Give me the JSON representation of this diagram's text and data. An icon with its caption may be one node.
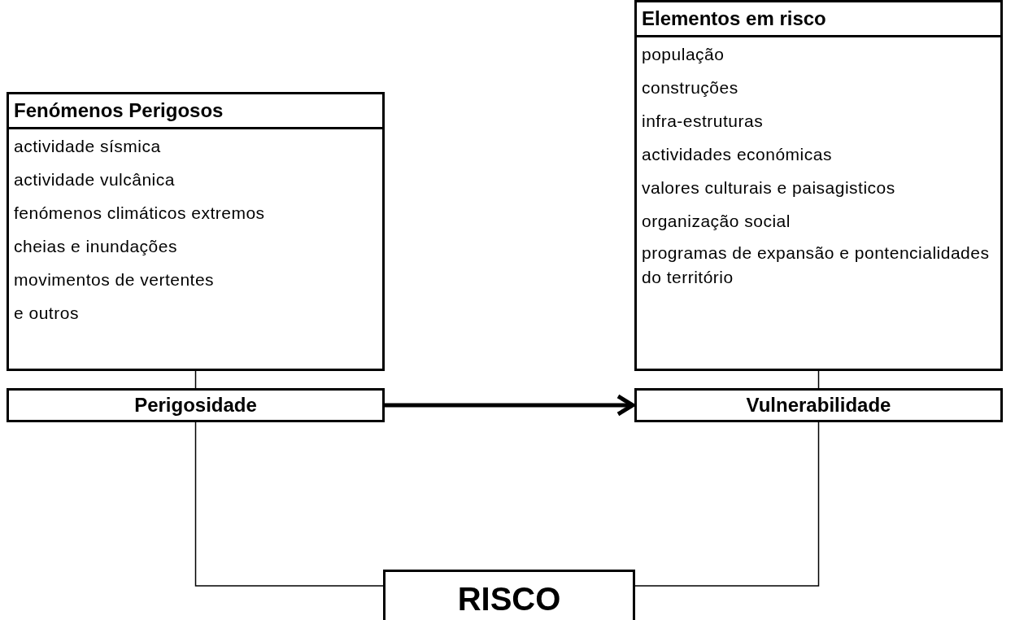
{
  "diagram": {
    "nodes": [
      {
        "text": [
          "Fenómenos Perigosos",
          "actividade sísmica",
          "actividade vulcânica",
          "fenómenos climáticos extremos",
          "cheias e inundações",
          "movimentos de vertentes",
          "e outros"
        ]
      },
      {
        "text": [
          "Elementos em risco",
          "população",
          "construções",
          "infra-estruturas",
          "actividades económicas",
          "valores culturais e paisagisticos",
          "organização social",
          "programas de expansão e pontencialidades do território"
        ]
      },
      {
        "text": [
          "Perigosidade"
        ]
      },
      {
        "text": [
          "Vulnerabilidade"
        ]
      },
      {
        "text": [
          "RISCO"
        ]
      }
    ],
    "edges": [
      {
        "from": 0,
        "to": 2,
        "arrow": "none"
      },
      {
        "from": 1,
        "to": 3,
        "arrow": "none"
      },
      {
        "from": 2,
        "to": 3,
        "arrow": "to",
        "style": "thick"
      },
      {
        "from": 2,
        "to": 4,
        "arrow": "none"
      },
      {
        "from": 3,
        "to": 4,
        "arrow": "none"
      }
    ]
  }
}
